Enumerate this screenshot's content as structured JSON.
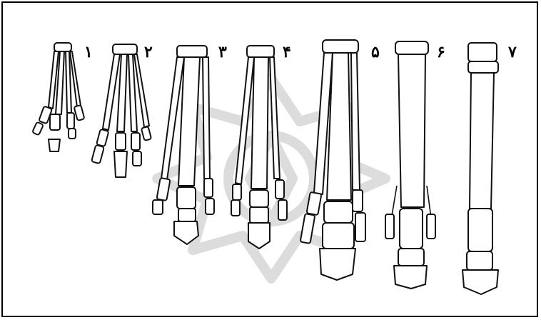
{
  "figure": {
    "labels": [
      "١",
      "٢",
      "٣",
      "۴",
      "۵",
      "۶",
      "٧"
    ],
    "colors": {
      "ink": "#111111",
      "paper": "#ffffff",
      "watermark": "#d9d9d9"
    }
  }
}
